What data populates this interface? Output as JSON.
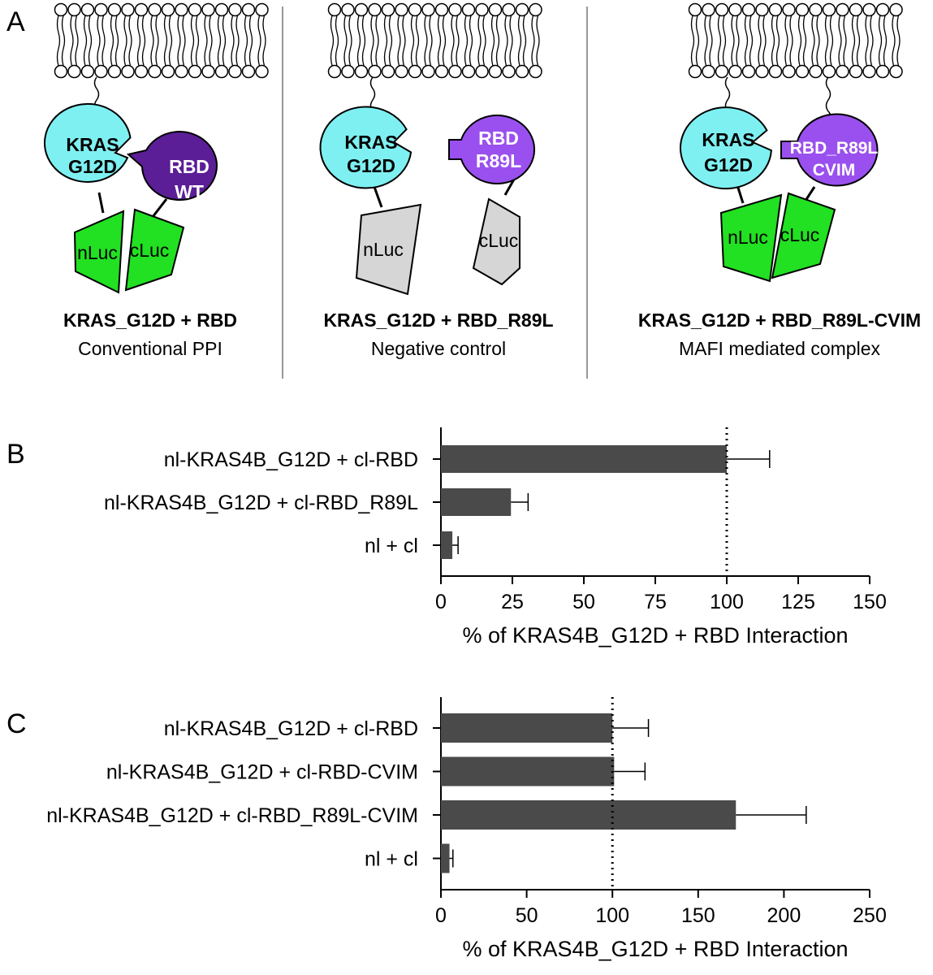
{
  "panels": {
    "a": {
      "label": "A",
      "columns": [
        {
          "title": "KRAS_G12D + RBD",
          "subtitle": "Conventional PPI",
          "kras": [
            "KRAS",
            "G12D"
          ],
          "partner": [
            "RBD",
            "WT"
          ],
          "n": "nLuc",
          "c": "cLuc"
        },
        {
          "title": "KRAS_G12D + RBD_R89L",
          "subtitle": "Negative control",
          "kras": [
            "KRAS",
            "G12D"
          ],
          "partner": [
            "RBD",
            "R89L"
          ],
          "n": "nLuc",
          "c": "cLuc"
        },
        {
          "title": "KRAS_G12D + RBD_R89L-CVIM",
          "subtitle": "MAFI mediated complex",
          "kras": [
            "KRAS",
            "G12D"
          ],
          "partner": [
            "RBD_R89L",
            "CVIM"
          ],
          "n": "nLuc",
          "c": "cLuc"
        }
      ]
    },
    "b": {
      "label": "B"
    },
    "c": {
      "label": "C"
    }
  },
  "colors": {
    "kras": "#7FF0F2",
    "rbd_wt": "#5B1E96",
    "rbd_mut": "#9A50EE",
    "luc_on": "#22E022",
    "luc_off": "#D6D6D6",
    "bar": "#4A4A4A"
  },
  "chart_data": [
    {
      "type": "bar",
      "orientation": "horizontal",
      "categories": [
        "nl-KRAS4B_G12D + cl-RBD",
        "nl-KRAS4B_G12D + cl-RBD_R89L",
        "nl + cl"
      ],
      "values": [
        100,
        24.5,
        4
      ],
      "errors": [
        15,
        6,
        2
      ],
      "xlim": [
        0,
        150
      ],
      "xticks": [
        0,
        25,
        50,
        75,
        100,
        125,
        150
      ],
      "xlabel": "% of KRAS4B_G12D + RBD Interaction",
      "reference_line": 100
    },
    {
      "type": "bar",
      "orientation": "horizontal",
      "categories": [
        "nl-KRAS4B_G12D  + cl-RBD",
        "nl-KRAS4B_G12D + cl-RBD-CVIM",
        "nl-KRAS4B_G12D + cl-RBD_R89L-CVIM",
        "nl + cl"
      ],
      "values": [
        100,
        101,
        172,
        5
      ],
      "errors": [
        21,
        18,
        41,
        2
      ],
      "xlim": [
        0,
        250
      ],
      "xticks": [
        0,
        50,
        100,
        150,
        200,
        250
      ],
      "xlabel": "% of KRAS4B_G12D + RBD Interaction",
      "reference_line": 100
    }
  ]
}
